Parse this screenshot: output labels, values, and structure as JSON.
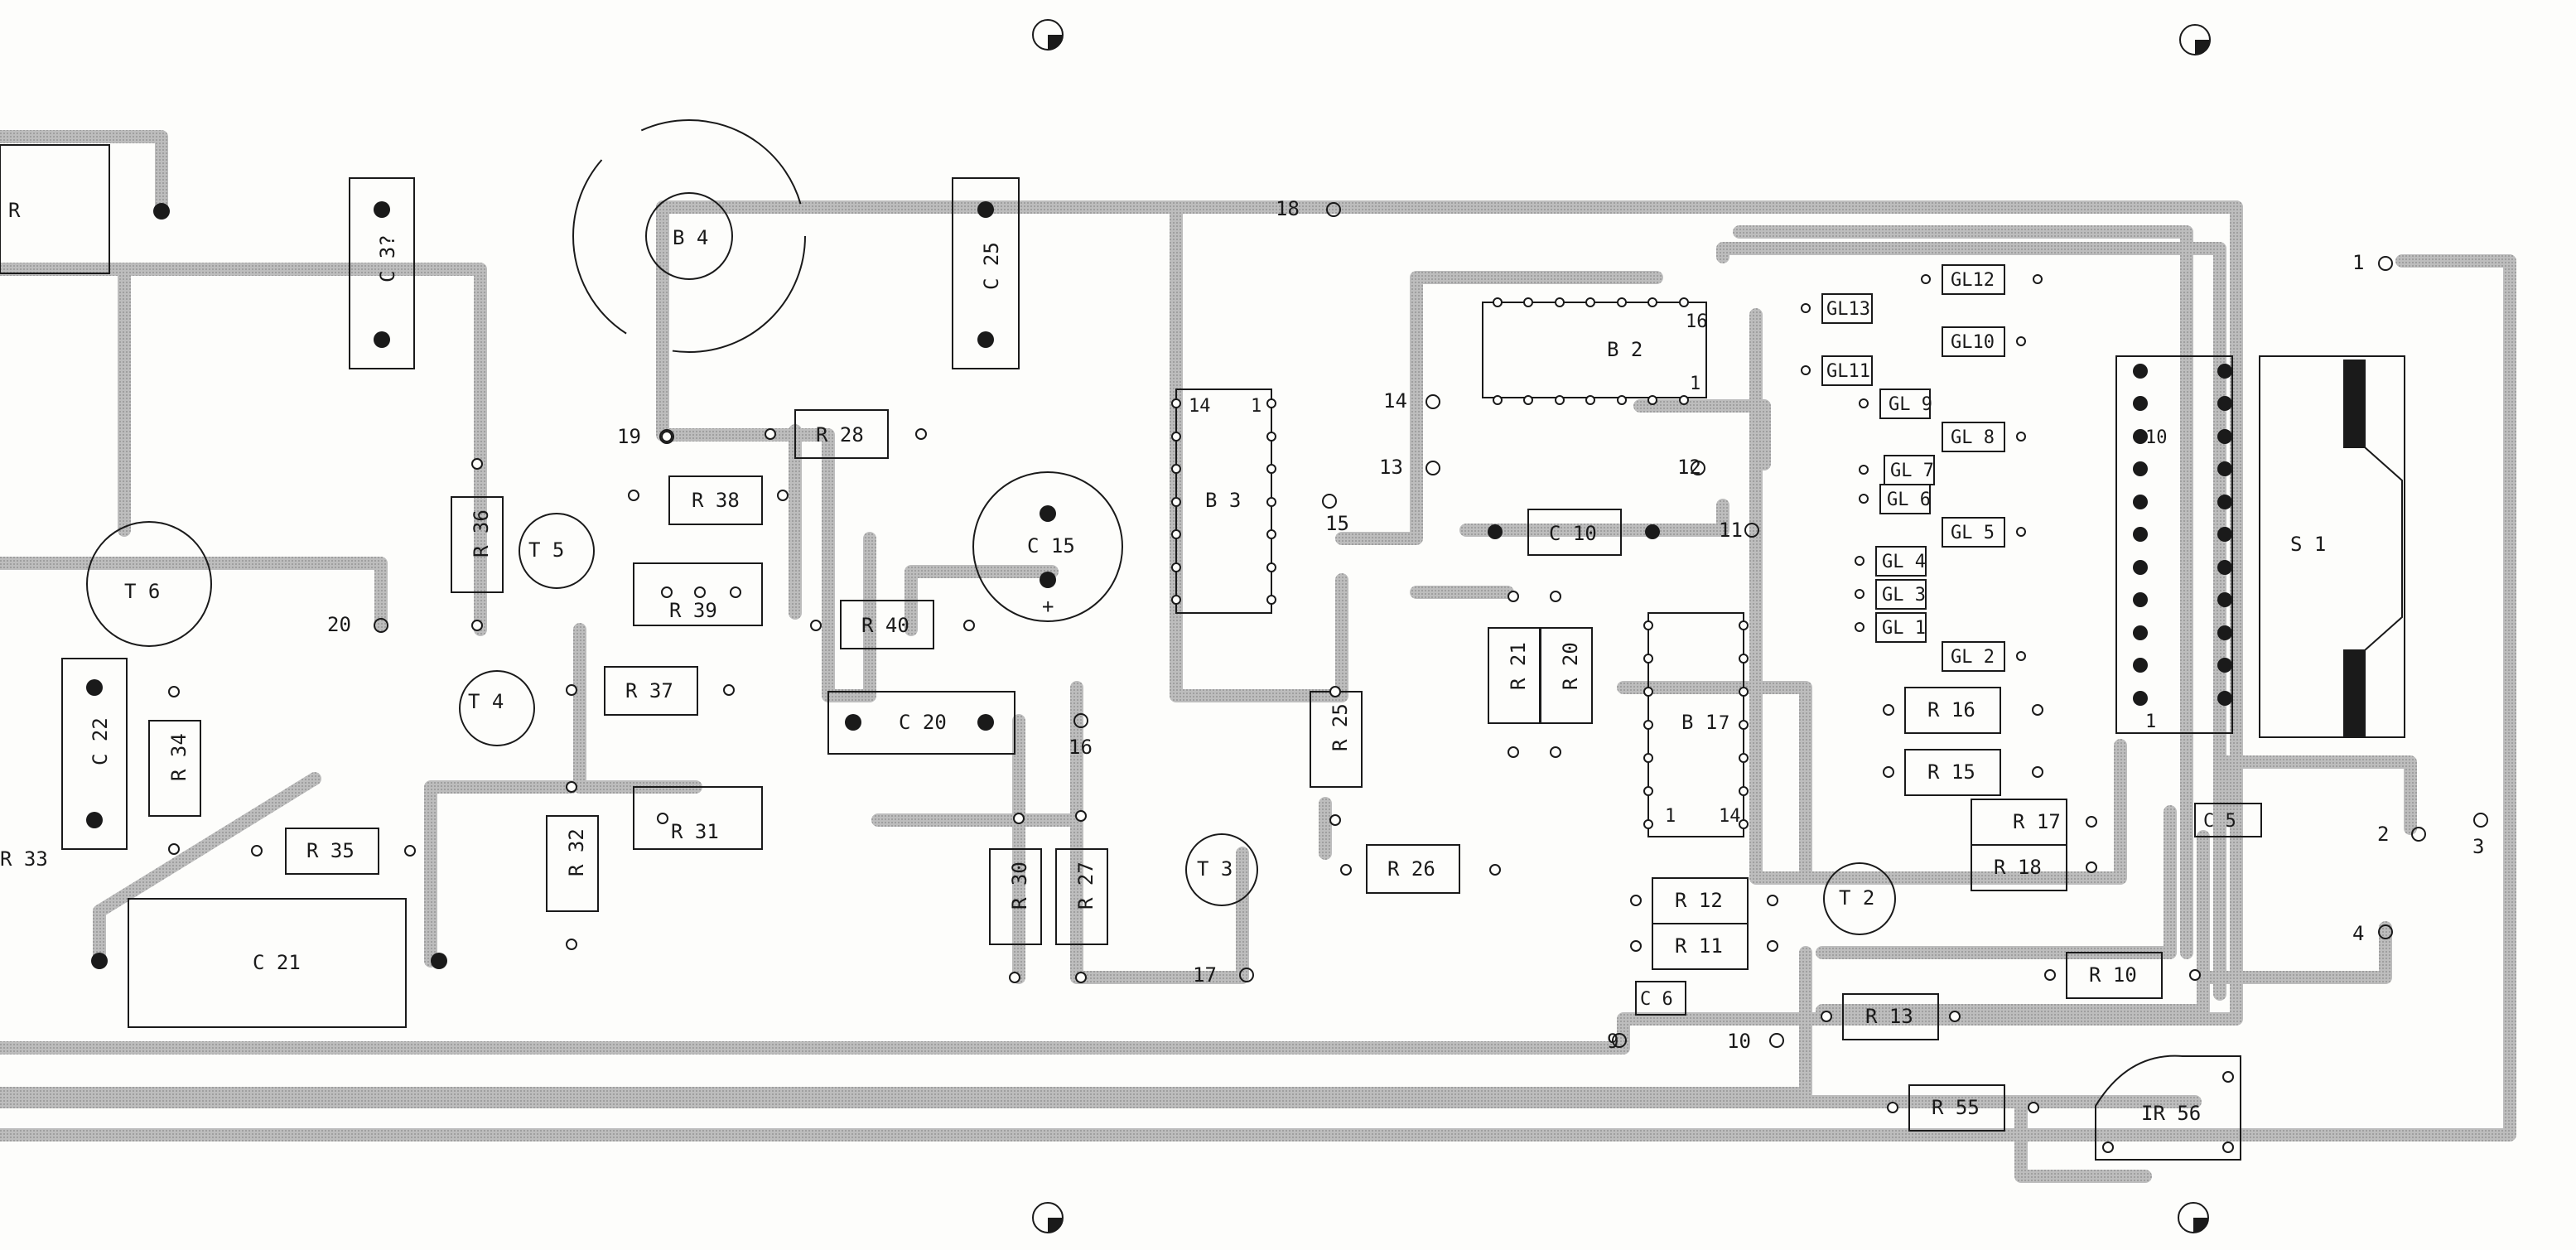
{
  "labels": {
    "R_top_left": "R",
    "C_left_vertical": "C 3?",
    "B4": "B 4",
    "C25": "C 25",
    "R28": "R 28",
    "R38": "R 38",
    "R39": "R 39",
    "R40": "R 40",
    "R36": "R 36",
    "T5": "T 5",
    "T6": "T 6",
    "T4": "T 4",
    "R37": "R 37",
    "C15": "C 15",
    "C20": "C 20",
    "C22": "C 22",
    "R34": "R 34",
    "R35": "R 35",
    "R32": "R 32",
    "R31": "R 31",
    "C21": "C 21",
    "R30": "R 30",
    "R27": "R 27",
    "B3": "B 3",
    "R25": "R 25",
    "T3": "T 3",
    "R26": "R 26",
    "B2": "B 2",
    "C10": "C 10",
    "R21": "R 21",
    "R20": "R 20",
    "B1": "B 1",
    "R12": "R 12",
    "R11": "R 11",
    "C6": "C 6",
    "R13": "R 13",
    "T2": "T 2",
    "R10": "R 10",
    "R55": "R 55",
    "IR56": "IR 56",
    "R15": "R 15",
    "R16": "R 16",
    "R17": "R 17",
    "R18": "R 18",
    "C5": "C 5",
    "S1": "S 1",
    "GL12": "GL12",
    "GL13": "GL13",
    "GL10": "GL10",
    "GL11": "GL11",
    "GL9": "GL 9",
    "GL8": "GL 8",
    "GL7": "GL 7",
    "GL6": "GL 6",
    "GL5": "GL 5",
    "GL4": "GL 4",
    "GL3": "GL 3",
    "GL1": "GL 1",
    "GL2": "GL 2",
    "R_left_edge": "R 33"
  },
  "terminals": {
    "t1": "1",
    "t2": "2",
    "t3": "3",
    "t4": "4",
    "t9": "9",
    "t10": "10",
    "t11": "11",
    "t12": "12",
    "t13": "13",
    "t14": "14",
    "t15": "15",
    "t16": "16",
    "t17": "17",
    "t18": "18",
    "t19": "19",
    "t20": "20"
  },
  "pin_marks": {
    "b3_pin14": "14",
    "b3_pin1": "1",
    "b2_pin16": "16",
    "b2_pin1": "1",
    "b1_pin14": "14",
    "b1_pin1": "1",
    "b1_pin7": "7",
    "connector_1": "1",
    "connector_10": "10",
    "plus": "+"
  },
  "colors": {
    "trace": "#b3b3b3",
    "ink": "#1a1a1a",
    "paper": "#fdfdfb"
  }
}
